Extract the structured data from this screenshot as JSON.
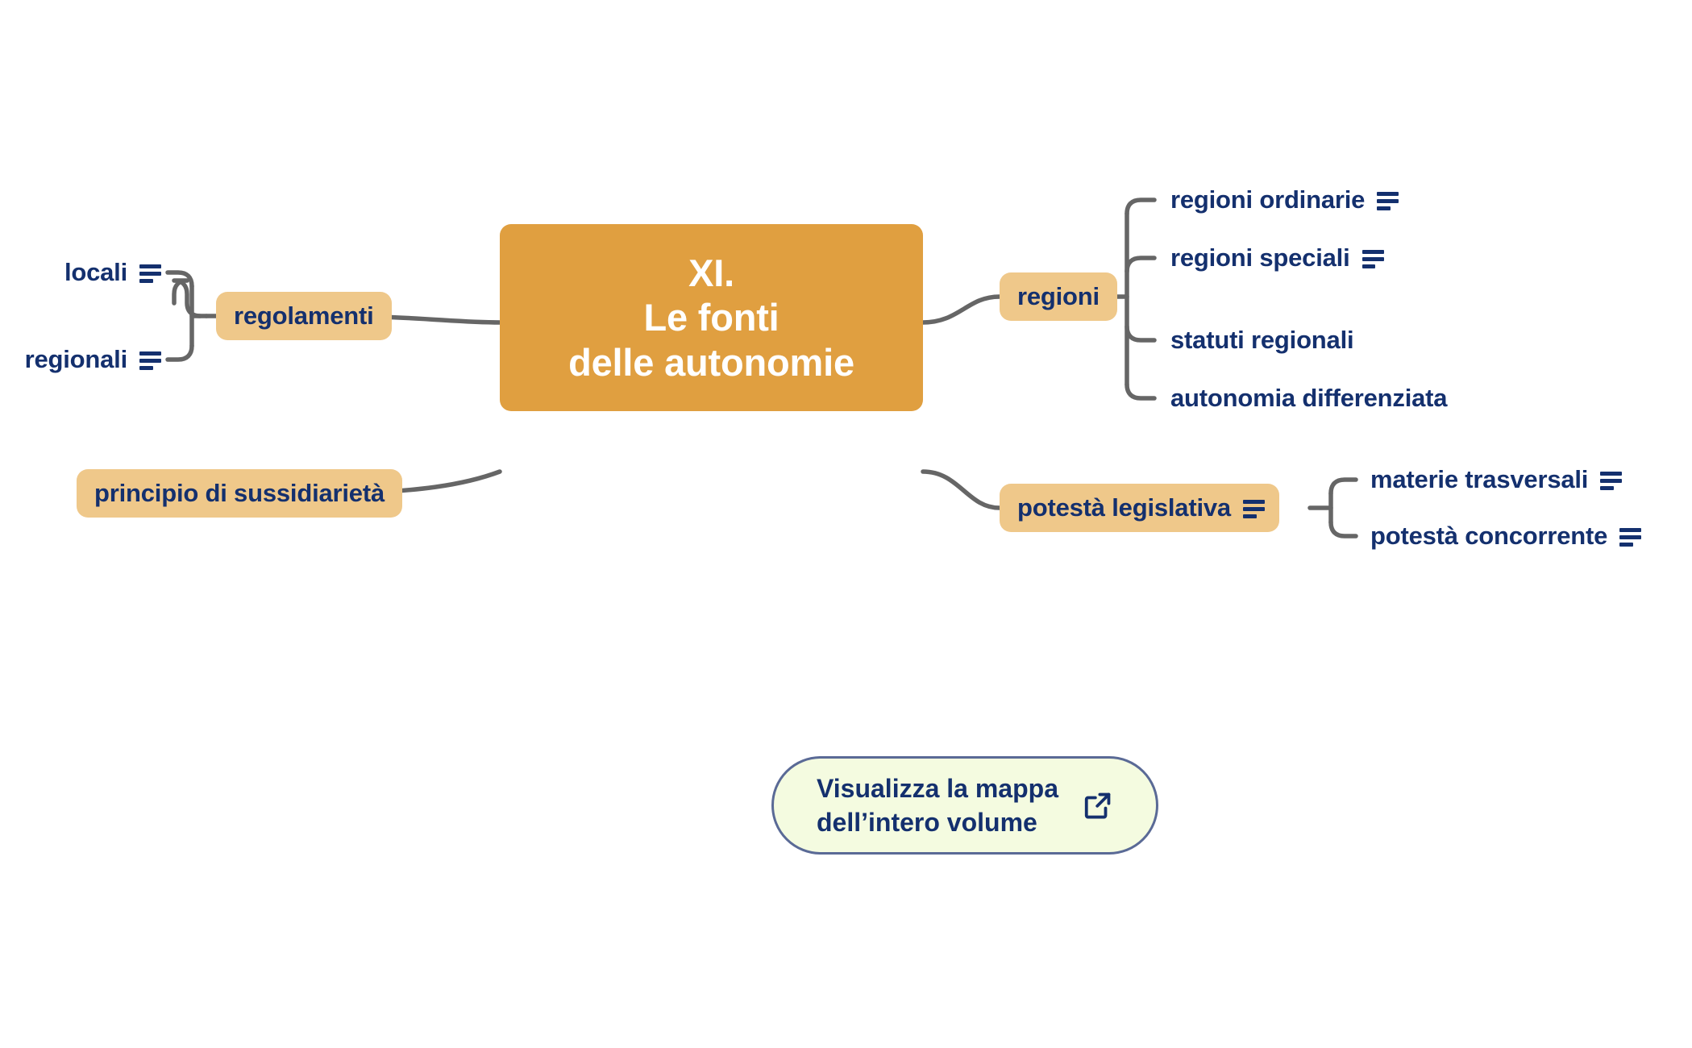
{
  "diagram": {
    "type": "mindmap",
    "title": "XI.\nLe fonti\ndelle autonomie",
    "root": {
      "label": "XI.\nLe fonti\ndelle autonomie",
      "color": "#e09f40",
      "text_color": "#ffffff"
    },
    "colors": {
      "root_fill": "#e09f40",
      "branch_fill": "#efc88a",
      "text_navy": "#14306e",
      "connector": "#666666",
      "button_fill": "#f4fbe0",
      "button_border": "#5a6a96",
      "background": "#ffffff"
    },
    "branches": [
      {
        "id": "regolamenti",
        "label": "regolamenti",
        "side": "left",
        "has_note": false,
        "children": [
          {
            "label": "locali",
            "has_note": true
          },
          {
            "label": "regionali",
            "has_note": true
          }
        ]
      },
      {
        "id": "principio-di-sussidiarieta",
        "label": "principio di sussidiarietà",
        "side": "left",
        "has_note": false,
        "children": []
      },
      {
        "id": "regioni",
        "label": "regioni",
        "side": "right",
        "has_note": false,
        "children": [
          {
            "label": "regioni ordinarie",
            "has_note": true
          },
          {
            "label": "regioni speciali",
            "has_note": true
          },
          {
            "label": "statuti regionali",
            "has_note": false
          },
          {
            "label": "autonomia differenziata",
            "has_note": false
          }
        ]
      },
      {
        "id": "potesta-legislativa",
        "label": "potestà legislativa",
        "side": "right",
        "has_note": true,
        "children": [
          {
            "label": "materie trasversali",
            "has_note": true
          },
          {
            "label": "potestà concorrente",
            "has_note": true
          }
        ]
      }
    ]
  },
  "button": {
    "label": "Visualizza la mappa\ndell’intero volume",
    "icon": "external-link-icon"
  }
}
